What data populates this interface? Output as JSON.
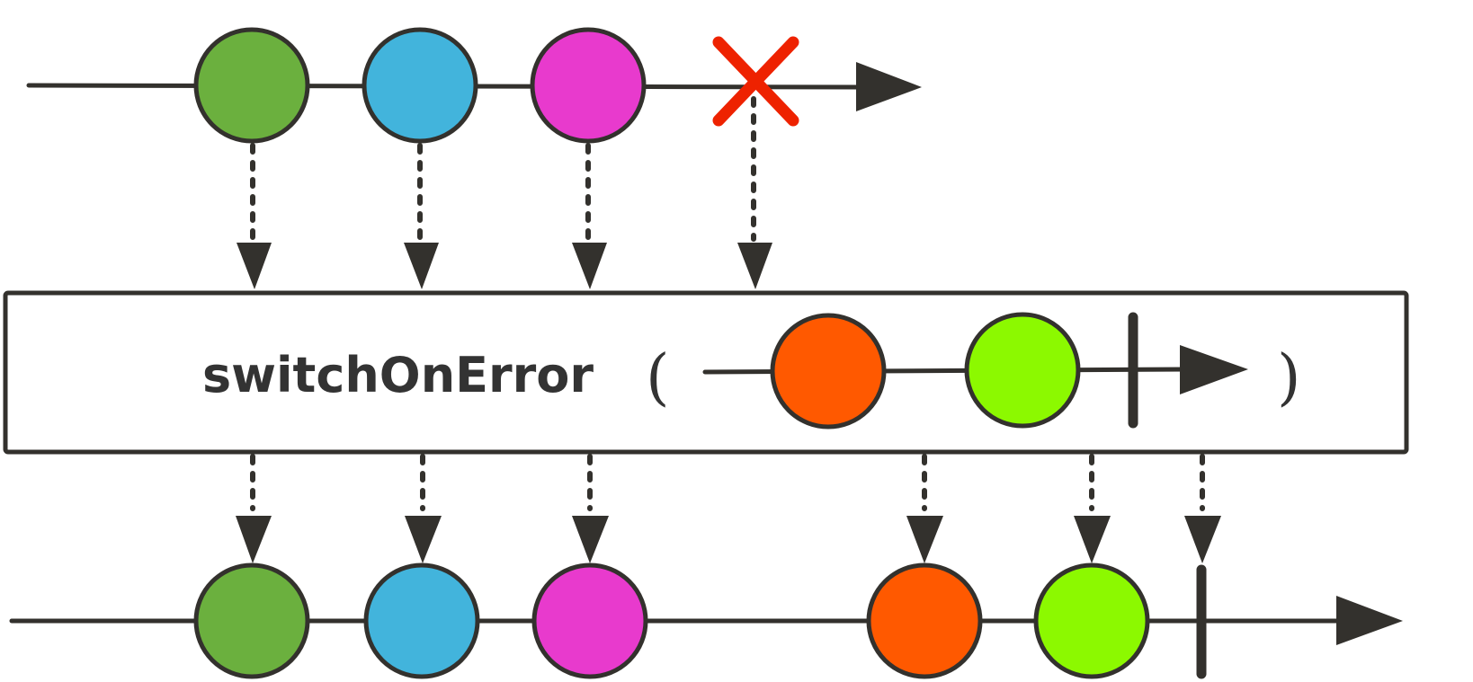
{
  "operator": {
    "name": "switchOnError",
    "open_paren": "(",
    "close_paren": ")"
  },
  "colors": {
    "line": "#33312d",
    "error_mark": "#ee2200",
    "box_fill": "#ffffff",
    "marbles": [
      "#6bb03e",
      "#42b4dc",
      "#e83acd",
      "#ff5900",
      "#8cf900"
    ]
  },
  "source_stream": {
    "items": [
      {
        "color": "#6bb03e"
      },
      {
        "color": "#42b4dc"
      },
      {
        "color": "#e83acd"
      }
    ],
    "terminal": "error"
  },
  "fallback_stream": {
    "items": [
      {
        "color": "#ff5900"
      },
      {
        "color": "#8cf900"
      }
    ],
    "terminal": "complete"
  },
  "result_stream": {
    "items": [
      {
        "color": "#6bb03e"
      },
      {
        "color": "#42b4dc"
      },
      {
        "color": "#e83acd"
      },
      {
        "color": "#ff5900"
      },
      {
        "color": "#8cf900"
      }
    ],
    "terminal": "complete"
  }
}
